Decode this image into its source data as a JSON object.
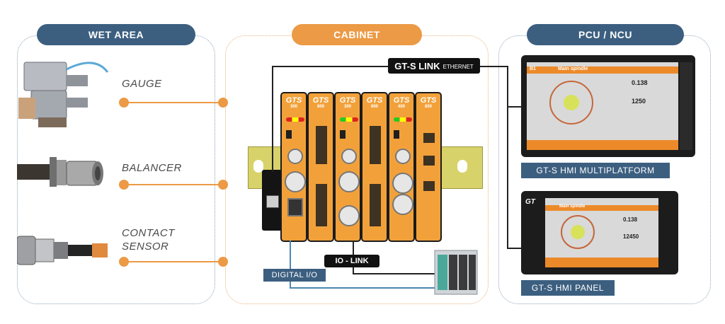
{
  "sections": {
    "wet_area": "WET AREA",
    "cabinet": "CABINET",
    "pcu_ncu": "PCU / NCU"
  },
  "sensors": [
    {
      "label": "GAUGE"
    },
    {
      "label": "BALANCER"
    },
    {
      "label": "CONTACT",
      "label2": "SENSOR"
    }
  ],
  "links": {
    "gts_link": "GT-S LINK",
    "ethernet": "ETHERNET",
    "io_link": "IO - LINK",
    "digital_io": "DIGITAL I/O"
  },
  "modules": [
    {
      "brand": "GTS",
      "model": "300"
    },
    {
      "brand": "GTS",
      "model": "800"
    },
    {
      "brand": "GTS",
      "model": "300"
    },
    {
      "brand": "GTS",
      "model": "800"
    },
    {
      "brand": "GTS",
      "model": "400"
    },
    {
      "brand": "GTS",
      "model": "800"
    }
  ],
  "hmi": {
    "multiplatform_label": "GT-S HMI MULTIPLATFORM",
    "panel_label": "GT-S HMI PANEL",
    "screen_title": "Main spindle",
    "screen_index": "B1",
    "value_1": "0.138",
    "value_2": "1250",
    "value_3": "0.138",
    "value_4": "12450",
    "panel_logo": "GT"
  },
  "colors": {
    "accent_orange": "#ec9a45",
    "navy": "#3c5f80",
    "module_orange": "#f2a13a"
  }
}
